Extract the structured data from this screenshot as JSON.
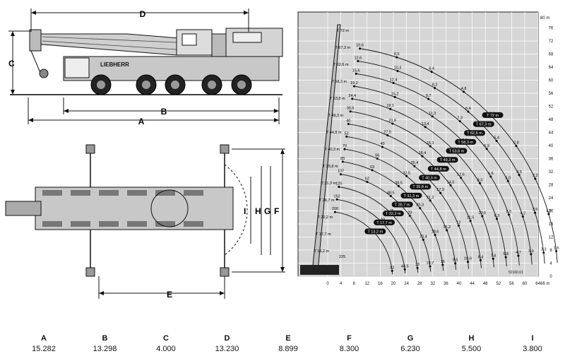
{
  "side_view": {
    "labels": {
      "D": "D",
      "C": "C",
      "B": "B",
      "A": "A"
    }
  },
  "top_view": {
    "labels": {
      "E": "E",
      "I": "I",
      "H": "H",
      "G": "G",
      "F": "F"
    }
  },
  "load_chart": {
    "x_unit": "66 m",
    "y_unit": "80 m",
    "x_ticks": [
      "0",
      "4",
      "8",
      "12",
      "16",
      "20",
      "24",
      "28",
      "32",
      "36",
      "40",
      "44",
      "48",
      "52",
      "56",
      "60",
      "64"
    ],
    "y_ticks": [
      "0",
      "4",
      "8",
      "12",
      "16",
      "20",
      "24",
      "28",
      "32",
      "36",
      "40",
      "44",
      "48",
      "52",
      "56",
      "60",
      "64",
      "68",
      "72",
      "76"
    ],
    "drawing_number": "52160.01",
    "boom_tags": [
      "T 72 m",
      "T 67,3 m",
      "T 62,6 m",
      "T 58,3 m",
      "T 53,8 m",
      "T 49,3 m",
      "T 44,8 m",
      "T 40,3 m",
      "T 35,8 m",
      "T 31,3 m",
      "T 26,7 m",
      "T 22,2 m",
      "T 17,7 m",
      "T 13,2 m"
    ],
    "arcs": [
      {
        "tag": "T 72 m",
        "loads": [
          "10,6",
          "8,5",
          "6,4",
          "4,8",
          "3,6",
          "2,8",
          "2,2",
          "1,9",
          "1,6"
        ]
      },
      {
        "tag": "T 67,3 m",
        "loads": [
          "12,6",
          "10,3",
          "8,2",
          "6,4",
          "5,4",
          "4,5",
          "3,6",
          "3,3"
        ]
      },
      {
        "tag": "T 62,6 m",
        "loads": [
          "15,6",
          "12,4",
          "9,7",
          "7,3",
          "5,9",
          "5,0",
          "4,2",
          "3,9"
        ]
      },
      {
        "tag": "T 58,3 m",
        "loads": [
          "19,2",
          "15,2",
          "11,3",
          "8,5",
          "6,6",
          "5,5",
          "4,7"
        ]
      },
      {
        "tag": "T 53,8 m",
        "loads": [
          "24,4",
          "19,1",
          "13,4",
          "10,9",
          "8,3",
          "6,3",
          "5,8"
        ]
      },
      {
        "tag": "T 49,3 m",
        "loads": [
          "30,5",
          "21,6",
          "15,1",
          "12,6",
          "10,5",
          "7,4"
        ]
      },
      {
        "tag": "T 44,8 m",
        "loads": [
          "40",
          "27,5",
          "18,4",
          "14,5",
          "11,5",
          "8,4"
        ]
      },
      {
        "tag": "T 40,3 m",
        "loads": [
          "52",
          "40",
          "25,4",
          "17,9",
          "12",
          "10,6"
        ]
      },
      {
        "tag": "T 35,8 m",
        "loads": [
          "70",
          "56",
          "32,5",
          "21,2",
          "15,2",
          "9,5"
        ]
      },
      {
        "tag": "T 31,3 m",
        "loads": [
          "85",
          "63",
          "38,5",
          "25,3",
          "18,6",
          "16"
        ]
      },
      {
        "tag": "T 26,7 m",
        "loads": [
          "107",
          "62",
          "48,5",
          "29",
          "20,4",
          "19,7"
        ]
      },
      {
        "tag": "T 22,2 m",
        "loads": [
          "125",
          "76",
          "33"
        ]
      },
      {
        "tag": "T 17,7 m",
        "loads": [
          "152",
          "93",
          "44,5"
        ]
      },
      {
        "tag": "T 13,2 m",
        "loads": [
          "200",
          "82"
        ]
      }
    ],
    "extra_labels": [
      "225"
    ]
  },
  "dimensions": [
    {
      "letter": "A",
      "value": "15.282"
    },
    {
      "letter": "B",
      "value": "13.298"
    },
    {
      "letter": "C",
      "value": "4.000"
    },
    {
      "letter": "D",
      "value": "13.230"
    },
    {
      "letter": "E",
      "value": "8.899"
    },
    {
      "letter": "F",
      "value": "8.300"
    },
    {
      "letter": "G",
      "value": "6.230"
    },
    {
      "letter": "H",
      "value": "5.500"
    },
    {
      "letter": "I",
      "value": "3.800"
    }
  ]
}
